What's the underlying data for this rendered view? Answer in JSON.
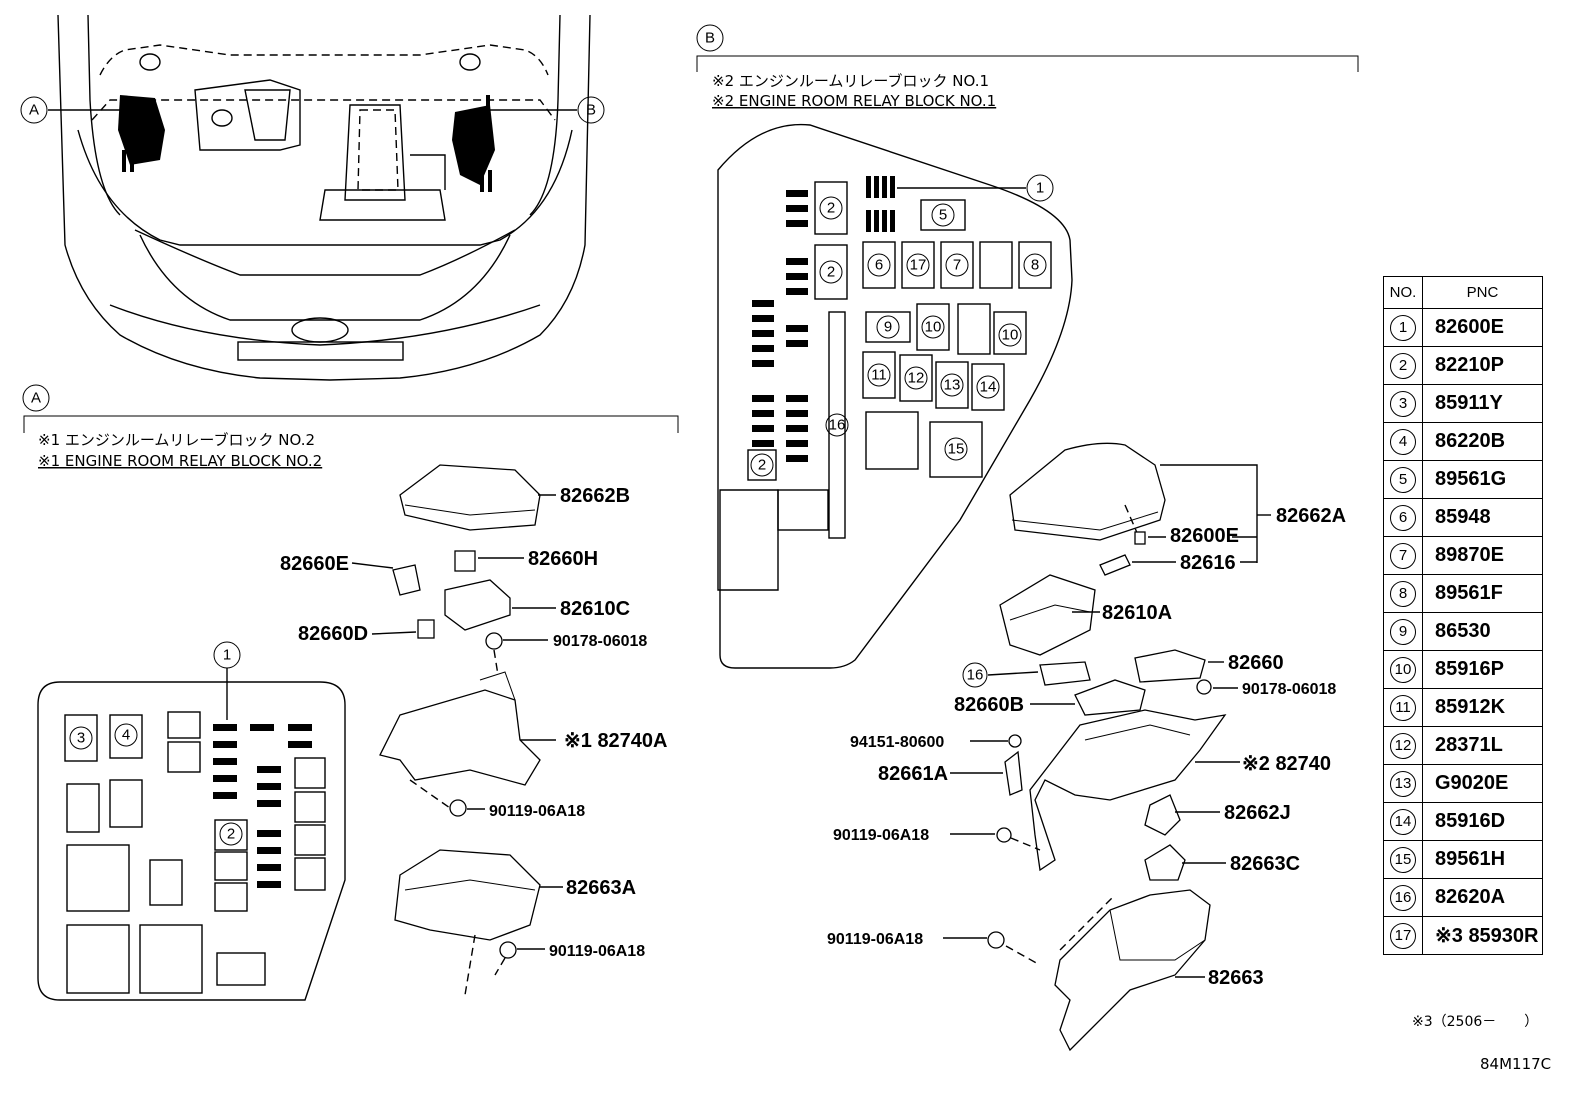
{
  "section_a": {
    "marker": "A",
    "title_jp": "※1 エンジンルームリレーブロック NO.2",
    "title_en": "※1 ENGINE ROOM RELAY BLOCK NO.2"
  },
  "section_b": {
    "marker": "B",
    "title_jp": "※2 エンジンルームリレーブロック NO.1",
    "title_en": "※2 ENGINE ROOM RELAY BLOCK NO.1"
  },
  "car_markers": {
    "a": "A",
    "b": "B"
  },
  "parts_a": {
    "p1": "82662B",
    "p2": "82660H",
    "p3": "82660E",
    "p4": "82610C",
    "p5": "82660D",
    "p6": "90178-06018",
    "p7": "※1 82740A",
    "p8": "90119-06A18",
    "p9": "82663A",
    "p10": "90119-06A18"
  },
  "parts_b": {
    "p1": "82662A",
    "p2": "82600E",
    "p3": "82616",
    "p4": "82610A",
    "p5": "82660",
    "p6": "82660B",
    "p7": "90178-06018",
    "p8": "94151-80600",
    "p9": "※2 82740",
    "p10": "82661A",
    "p11": "90119-06A18",
    "p12": "82662J",
    "p13": "82663C",
    "p14": "90119-06A18",
    "p15": "82663"
  },
  "callouts": {
    "a_layout": {
      "c1": "1",
      "c2": "2",
      "c3": "3",
      "c4": "4"
    },
    "b_layout": {
      "c1": "1",
      "c2a": "2",
      "c2b": "2",
      "c2c": "2",
      "c5": "5",
      "c6": "6",
      "c17": "17",
      "c7": "7",
      "c8": "8",
      "c9": "9",
      "c10a": "10",
      "c10b": "10",
      "c11": "11",
      "c12": "12",
      "c13": "13",
      "c14": "14",
      "c15": "15",
      "c16": "16"
    },
    "b_exploded": {
      "c16": "16"
    }
  },
  "table": {
    "header_no": "NO.",
    "header_pnc": "PNC",
    "rows": [
      {
        "no": "1",
        "pnc": "82600E"
      },
      {
        "no": "2",
        "pnc": "82210P"
      },
      {
        "no": "3",
        "pnc": "85911Y"
      },
      {
        "no": "4",
        "pnc": "86220B"
      },
      {
        "no": "5",
        "pnc": "89561G"
      },
      {
        "no": "6",
        "pnc": "85948"
      },
      {
        "no": "7",
        "pnc": "89870E"
      },
      {
        "no": "8",
        "pnc": "89561F"
      },
      {
        "no": "9",
        "pnc": "86530"
      },
      {
        "no": "10",
        "pnc": "85916P"
      },
      {
        "no": "11",
        "pnc": "85912K"
      },
      {
        "no": "12",
        "pnc": "28371L"
      },
      {
        "no": "13",
        "pnc": "G9020E"
      },
      {
        "no": "14",
        "pnc": "85916D"
      },
      {
        "no": "15",
        "pnc": "89561H"
      },
      {
        "no": "16",
        "pnc": "82620A"
      },
      {
        "no": "17",
        "pnc": "※3 85930R"
      }
    ]
  },
  "note": "※3（2506－　　）",
  "diagram_code": "84M117C"
}
